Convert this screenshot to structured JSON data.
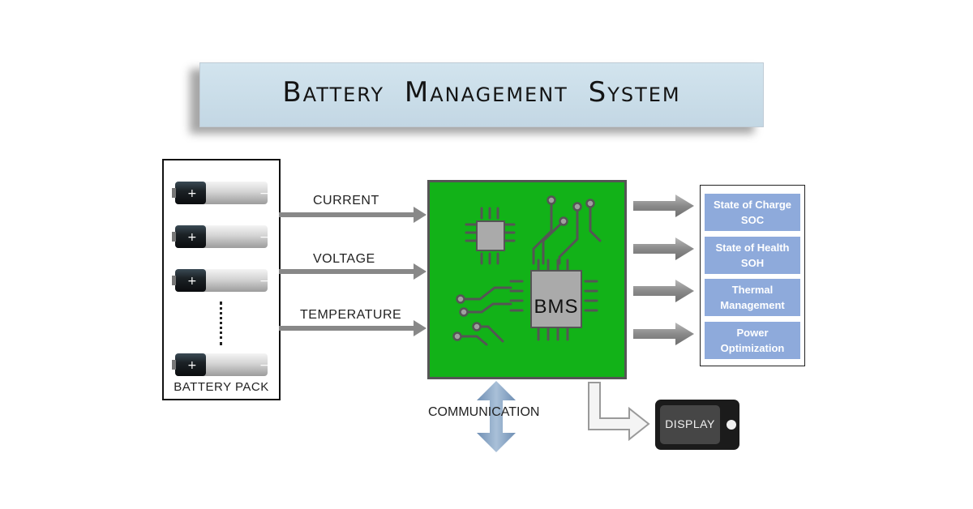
{
  "title": "Battery Management System",
  "battery_pack": {
    "label": "BATTERY PACK",
    "cell_symbols": {
      "positive": "+",
      "negative": "−"
    }
  },
  "signals": [
    "CURRENT",
    "VOLTAGE",
    "TEMPERATURE"
  ],
  "bms": {
    "label": "BMS",
    "board_color": "#12b218"
  },
  "outputs": [
    {
      "line1": "State of Charge",
      "line2": "SOC"
    },
    {
      "line1": "State of Health",
      "line2": "SOH"
    },
    {
      "line1": "Thermal",
      "line2": "Management"
    },
    {
      "line1": "Power",
      "line2": "Optimization"
    }
  ],
  "communication": {
    "label": "COMMUNICATION"
  },
  "display": {
    "label": "DISPLAY"
  },
  "colors": {
    "arrow": "#888888",
    "output_fill": "#8eaadb",
    "comm_arrow": "#7f9fc0",
    "title_banner": "#c8dbe7"
  }
}
